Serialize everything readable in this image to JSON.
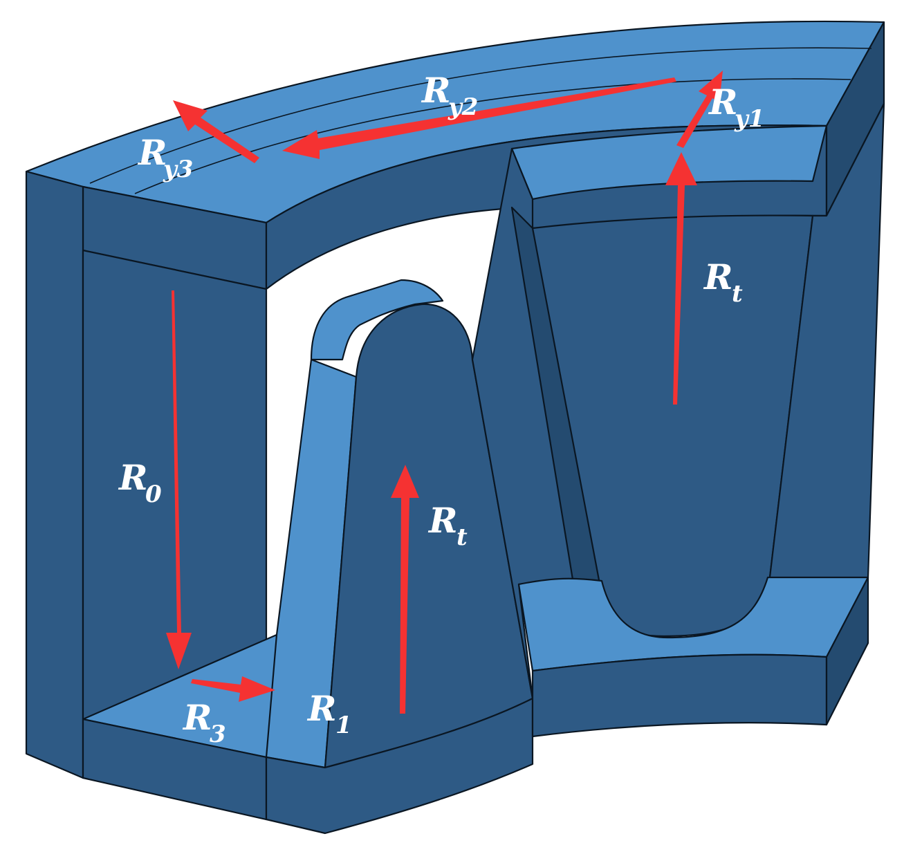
{
  "colors": {
    "top_face": "#4f92cc",
    "side_face": "#2e5a85",
    "dark_face": "#244b70",
    "edge": "#0a1622",
    "arrow": "#f53232",
    "label": "#ffffff"
  },
  "labels": {
    "ry3": {
      "main": "R",
      "sub": "y3"
    },
    "ry2": {
      "main": "R",
      "sub": "y2"
    },
    "ry1": {
      "main": "R",
      "sub": "y1"
    },
    "rt_right": {
      "main": "R",
      "sub": "t"
    },
    "rt_mid": {
      "main": "R",
      "sub": "t"
    },
    "r0": {
      "main": "R",
      "sub": "0"
    },
    "r3": {
      "main": "R",
      "sub": "3"
    },
    "r1": {
      "main": "R",
      "sub": "1"
    }
  }
}
